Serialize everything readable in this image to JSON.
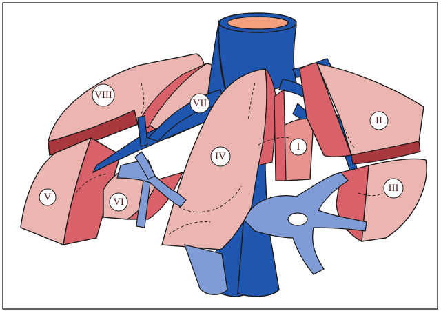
{
  "diagram": {
    "segments": [
      {
        "id": "I",
        "label": "I"
      },
      {
        "id": "II",
        "label": "II"
      },
      {
        "id": "III",
        "label": "III"
      },
      {
        "id": "IV",
        "label": "IV"
      },
      {
        "id": "V",
        "label": "V"
      },
      {
        "id": "VI",
        "label": "VI"
      },
      {
        "id": "VII",
        "label": "VII"
      },
      {
        "id": "VIII",
        "label": "VIII"
      }
    ],
    "colors": {
      "lobe_light": "#ebb6b2",
      "lobe_mid": "#d9626a",
      "lobe_dark": "#a8383e",
      "vein": "#1f56b0",
      "vein_light": "#6d8fd0",
      "portal": "#7f9cd6",
      "outline": "#1a1a1a",
      "vessel_lumen": "#f3a07f"
    }
  }
}
